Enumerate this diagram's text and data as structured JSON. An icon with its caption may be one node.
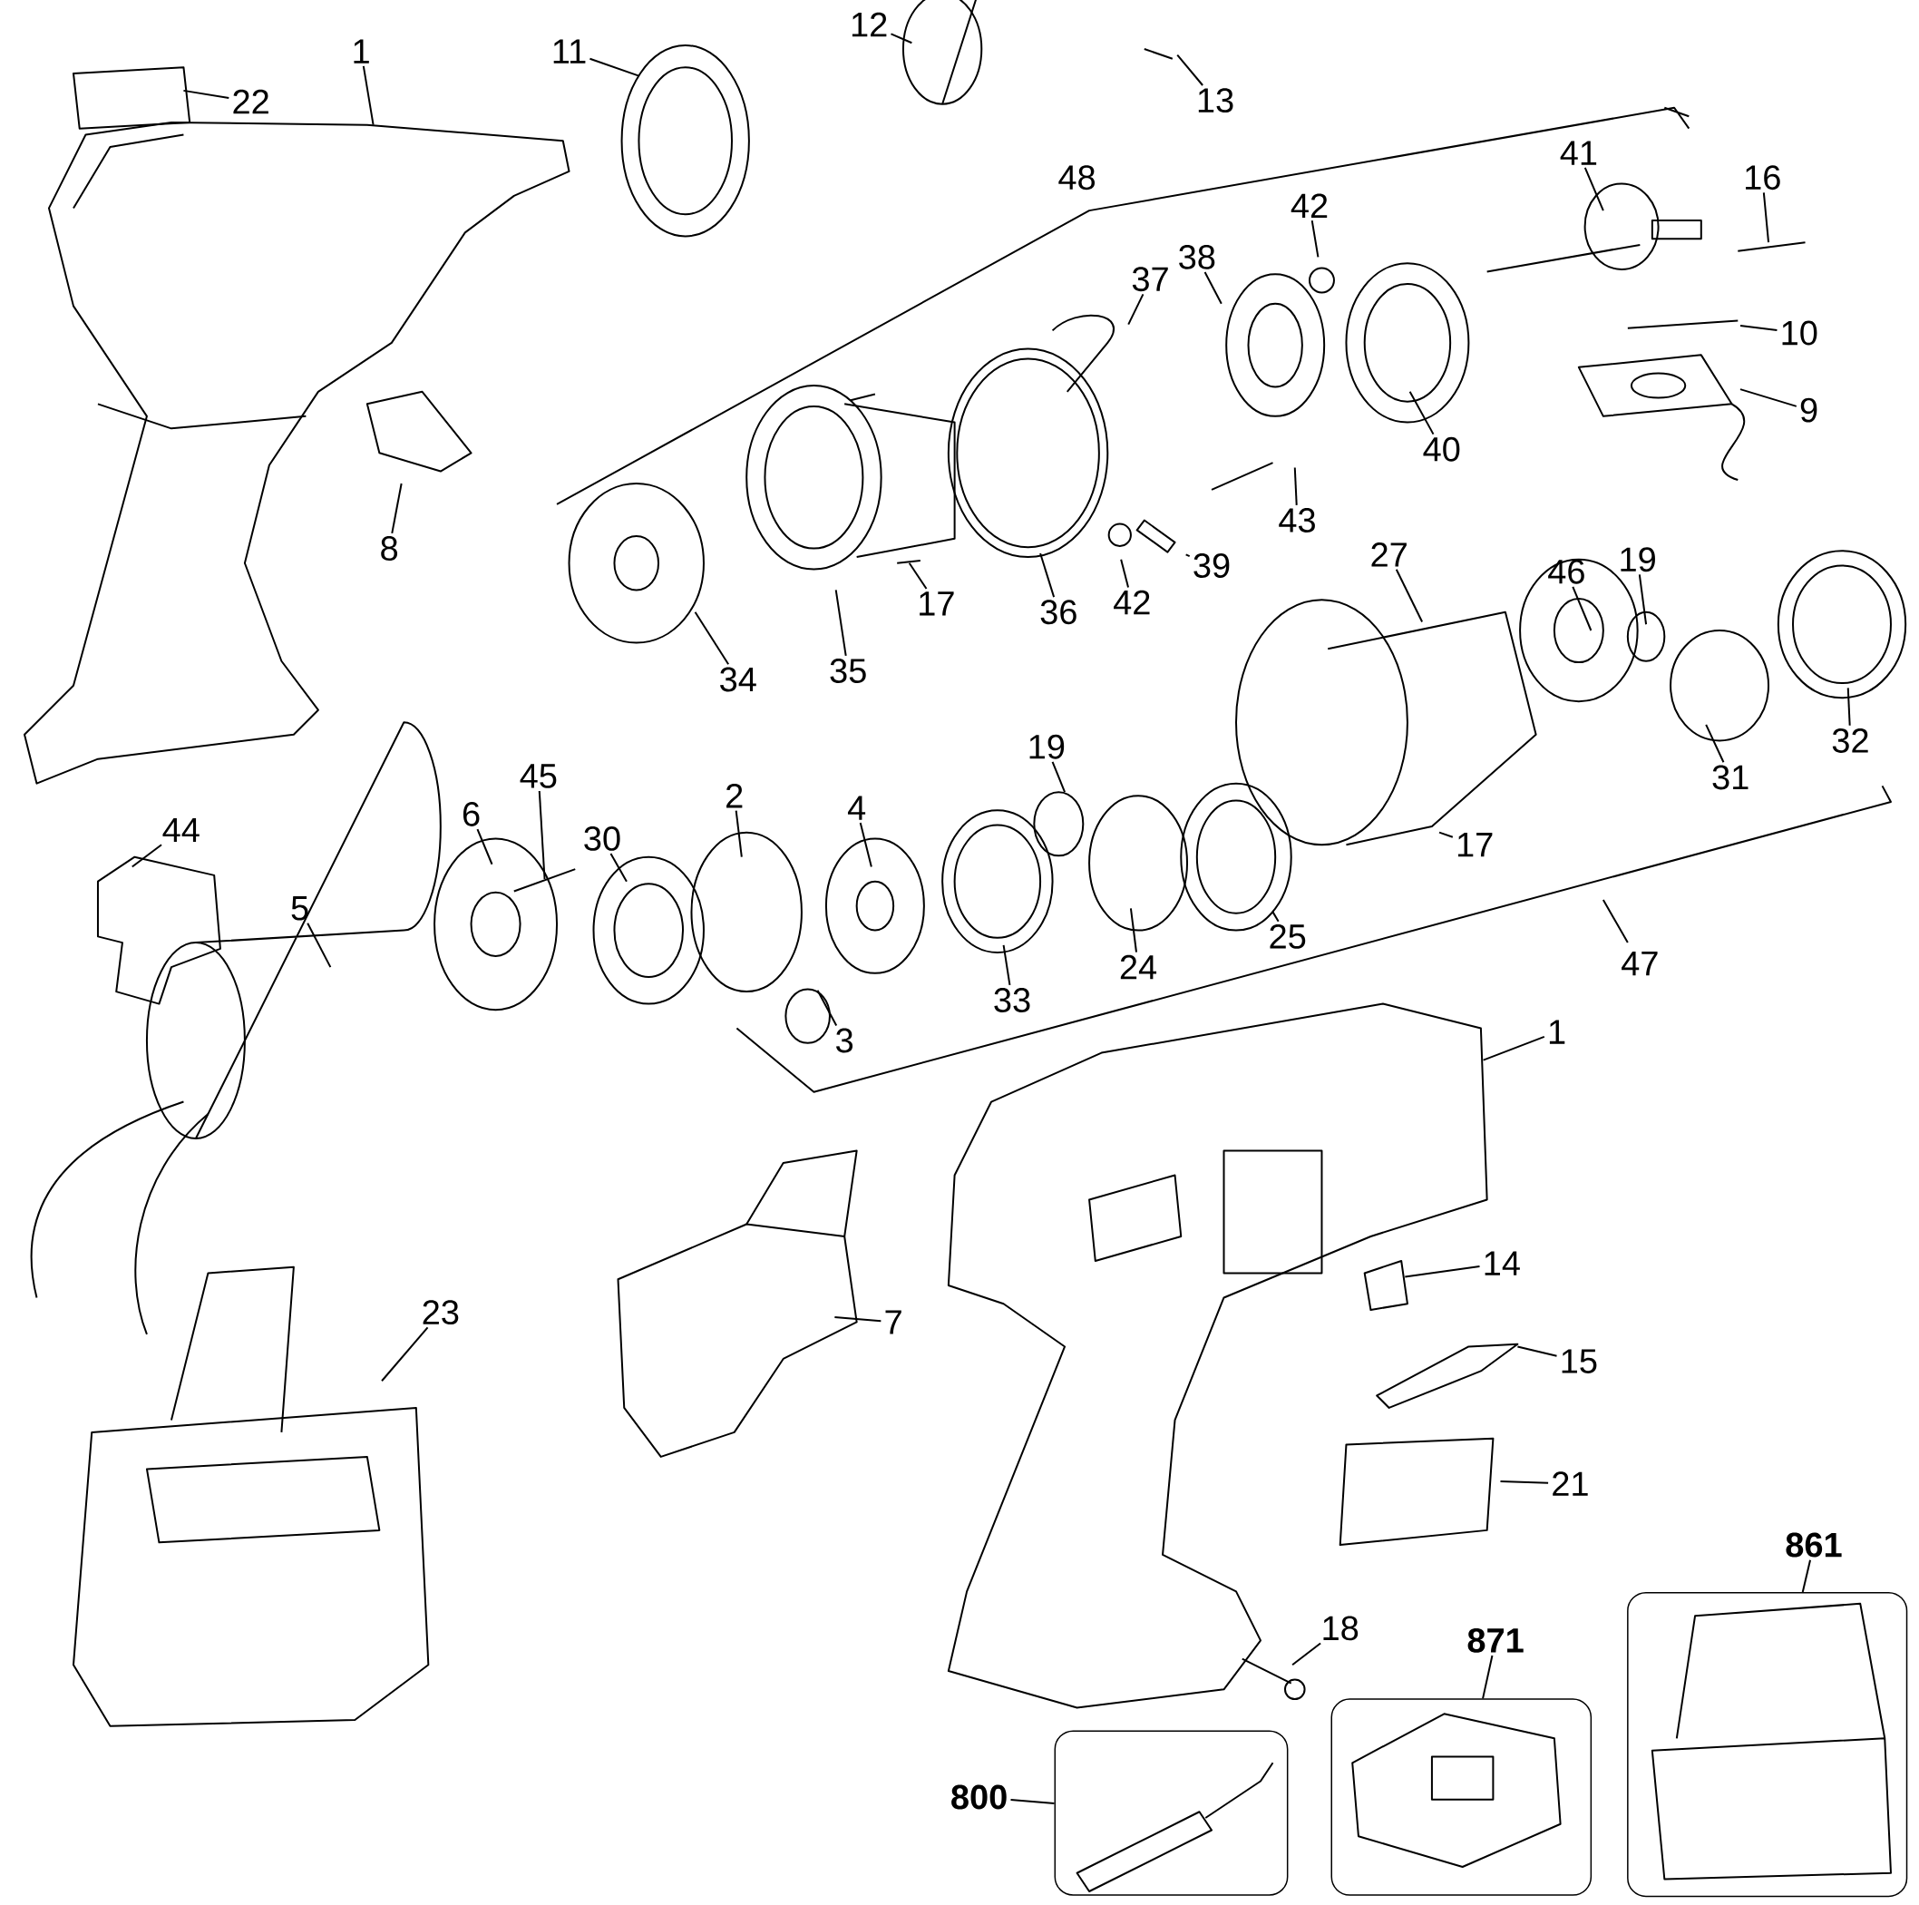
{
  "diagram": {
    "nodes": [
      {
        "text": [
          "22"
        ]
      },
      {
        "text": [
          "1"
        ]
      },
      {
        "text": [
          "11"
        ]
      },
      {
        "text": [
          "12"
        ]
      },
      {
        "text": [
          "13"
        ]
      },
      {
        "text": [
          "41"
        ]
      },
      {
        "text": [
          "16"
        ]
      },
      {
        "text": [
          "42"
        ]
      },
      {
        "text": [
          "37"
        ]
      },
      {
        "text": [
          "38"
        ]
      },
      {
        "text": [
          "10"
        ]
      },
      {
        "text": [
          "9"
        ]
      },
      {
        "text": [
          "40"
        ]
      },
      {
        "text": [
          "43"
        ]
      },
      {
        "text": [
          "39"
        ]
      },
      {
        "text": [
          "42"
        ]
      },
      {
        "text": [
          "36"
        ]
      },
      {
        "text": [
          "17"
        ]
      },
      {
        "text": [
          "35"
        ]
      },
      {
        "text": [
          "34"
        ]
      },
      {
        "text": [
          "8"
        ]
      },
      {
        "text": [
          "27"
        ]
      },
      {
        "text": [
          "46"
        ]
      },
      {
        "text": [
          "19"
        ]
      },
      {
        "text": [
          "31"
        ]
      },
      {
        "text": [
          "32"
        ]
      },
      {
        "text": [
          "19"
        ]
      },
      {
        "text": [
          "45"
        ]
      },
      {
        "text": [
          "6"
        ]
      },
      {
        "text": [
          "30"
        ]
      },
      {
        "text": [
          "2"
        ]
      },
      {
        "text": [
          "4"
        ]
      },
      {
        "text": [
          "44"
        ]
      },
      {
        "text": [
          "5"
        ]
      },
      {
        "text": [
          "17"
        ]
      },
      {
        "text": [
          "25"
        ]
      },
      {
        "text": [
          "24"
        ]
      },
      {
        "text": [
          "33"
        ]
      },
      {
        "text": [
          "3"
        ]
      },
      {
        "text": [
          "1"
        ]
      },
      {
        "text": [
          "14"
        ]
      },
      {
        "text": [
          "15"
        ]
      },
      {
        "text": [
          "7"
        ]
      },
      {
        "text": [
          "23"
        ]
      },
      {
        "text": [
          "21"
        ]
      },
      {
        "text": [
          "861"
        ]
      },
      {
        "text": [],
        "shape": "box"
      },
      {
        "text": [
          "18"
        ]
      },
      {
        "text": [
          "871"
        ]
      },
      {
        "text": [],
        "shape": "box"
      },
      {
        "text": [
          "800"
        ]
      },
      {
        "text": [],
        "shape": "box"
      }
    ],
    "edges": [
      {
        "from": 0,
        "to": null,
        "arrow": "none"
      },
      {
        "from": 1,
        "to": null,
        "arrow": "none"
      },
      {
        "from": 2,
        "to": null,
        "arrow": "none"
      },
      {
        "from": 3,
        "to": null,
        "arrow": "none"
      },
      {
        "from": 4,
        "to": null,
        "arrow": "none"
      },
      {
        "from": 5,
        "to": null,
        "arrow": "none"
      },
      {
        "from": 6,
        "to": null,
        "arrow": "none"
      },
      {
        "from": 7,
        "to": null,
        "arrow": "none"
      },
      {
        "from": 8,
        "to": null,
        "arrow": "none"
      },
      {
        "from": 9,
        "to": null,
        "arrow": "none"
      },
      {
        "from": 10,
        "to": null,
        "arrow": "none"
      },
      {
        "from": 11,
        "to": null,
        "arrow": "none"
      },
      {
        "from": 12,
        "to": null,
        "arrow": "none"
      },
      {
        "from": 13,
        "to": null,
        "arrow": "none"
      },
      {
        "from": 14,
        "to": null,
        "arrow": "none"
      },
      {
        "from": 15,
        "to": null,
        "arrow": "none"
      },
      {
        "from": 16,
        "to": null,
        "arrow": "none"
      },
      {
        "from": 17,
        "to": null,
        "arrow": "none"
      },
      {
        "from": 18,
        "to": null,
        "arrow": "none"
      },
      {
        "from": 19,
        "to": null,
        "arrow": "none"
      },
      {
        "from": 20,
        "to": null,
        "arrow": "none"
      },
      {
        "from": 21,
        "to": null,
        "arrow": "none"
      },
      {
        "from": 22,
        "to": null,
        "arrow": "none"
      },
      {
        "from": 23,
        "to": null,
        "arrow": "none"
      },
      {
        "from": 24,
        "to": null,
        "arrow": "none"
      },
      {
        "from": 25,
        "to": null,
        "arrow": "none"
      },
      {
        "from": 26,
        "to": null,
        "arrow": "none"
      },
      {
        "from": 27,
        "to": null,
        "arrow": "none"
      },
      {
        "from": 28,
        "to": null,
        "arrow": "none"
      },
      {
        "from": 29,
        "to": null,
        "arrow": "none"
      },
      {
        "from": 30,
        "to": null,
        "arrow": "none"
      },
      {
        "from": 31,
        "to": null,
        "arrow": "none"
      },
      {
        "from": 32,
        "to": null,
        "arrow": "none"
      },
      {
        "from": 33,
        "to": null,
        "arrow": "none"
      },
      {
        "from": 34,
        "to": null,
        "arrow": "none"
      },
      {
        "from": 35,
        "to": null,
        "arrow": "none"
      },
      {
        "from": 36,
        "to": null,
        "arrow": "none"
      },
      {
        "from": 37,
        "to": null,
        "arrow": "none"
      },
      {
        "from": 38,
        "to": null,
        "arrow": "none"
      },
      {
        "from": 39,
        "to": null,
        "arrow": "none"
      },
      {
        "from": 40,
        "to": null,
        "arrow": "none"
      },
      {
        "from": 41,
        "to": null,
        "arrow": "none"
      },
      {
        "from": 42,
        "to": null,
        "arrow": "none"
      },
      {
        "from": 43,
        "to": null,
        "arrow": "none"
      },
      {
        "from": 44,
        "to": null,
        "arrow": "none"
      },
      {
        "from": 45,
        "to": 51,
        "arrow": "none"
      },
      {
        "from": 47,
        "to": null,
        "arrow": "none"
      },
      {
        "from": 48,
        "to": 49,
        "arrow": "none"
      },
      {
        "from": 50,
        "to": 46,
        "arrow": "none"
      }
    ],
    "labels": [
      "48",
      "47"
    ]
  }
}
